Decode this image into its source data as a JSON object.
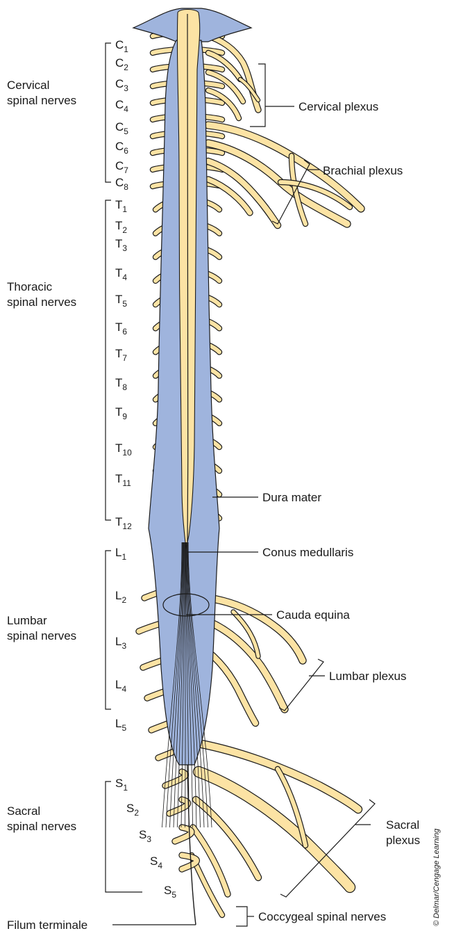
{
  "regions": {
    "cervical": [
      "Cervical",
      "spinal nerves"
    ],
    "thoracic": [
      "Thoracic",
      "spinal nerves"
    ],
    "lumbar": [
      "Lumbar",
      "spinal nerves"
    ],
    "sacral": [
      "Sacral",
      "spinal nerves"
    ]
  },
  "segments": {
    "cervical": [
      {
        "letter": "C",
        "num": "1"
      },
      {
        "letter": "C",
        "num": "2"
      },
      {
        "letter": "C",
        "num": "3"
      },
      {
        "letter": "C",
        "num": "4"
      },
      {
        "letter": "C",
        "num": "5"
      },
      {
        "letter": "C",
        "num": "6"
      },
      {
        "letter": "C",
        "num": "7"
      },
      {
        "letter": "C",
        "num": "8"
      }
    ],
    "thoracic": [
      {
        "letter": "T",
        "num": "1"
      },
      {
        "letter": "T",
        "num": "2"
      },
      {
        "letter": "T",
        "num": "3"
      },
      {
        "letter": "T",
        "num": "4"
      },
      {
        "letter": "T",
        "num": "5"
      },
      {
        "letter": "T",
        "num": "6"
      },
      {
        "letter": "T",
        "num": "7"
      },
      {
        "letter": "T",
        "num": "8"
      },
      {
        "letter": "T",
        "num": "9"
      },
      {
        "letter": "T",
        "num": "10"
      },
      {
        "letter": "T",
        "num": "11"
      },
      {
        "letter": "T",
        "num": "12"
      }
    ],
    "lumbar": [
      {
        "letter": "L",
        "num": "1"
      },
      {
        "letter": "L",
        "num": "2"
      },
      {
        "letter": "L",
        "num": "3"
      },
      {
        "letter": "L",
        "num": "4"
      },
      {
        "letter": "L",
        "num": "5"
      }
    ],
    "sacral": [
      {
        "letter": "S",
        "num": "1"
      },
      {
        "letter": "S",
        "num": "2"
      },
      {
        "letter": "S",
        "num": "3"
      },
      {
        "letter": "S",
        "num": "4"
      },
      {
        "letter": "S",
        "num": "5"
      }
    ]
  },
  "labels": {
    "cervical_plexus": "Cervical plexus",
    "brachial_plexus": "Brachial plexus",
    "dura_mater": "Dura mater",
    "conus_medullaris": "Conus medullaris",
    "cauda_equina": "Cauda equina",
    "lumbar_plexus": "Lumbar plexus",
    "sacral_plexus": [
      "Sacral",
      "plexus"
    ],
    "coccygeal": "Coccygeal spinal nerves",
    "filum_terminale": "Filum terminale"
  },
  "credit": "© Delmar/Cengage Learning",
  "colors": {
    "dura": "#9fb4dd",
    "nerve": "#fce3a4",
    "outline": "#1a1a1a"
  }
}
